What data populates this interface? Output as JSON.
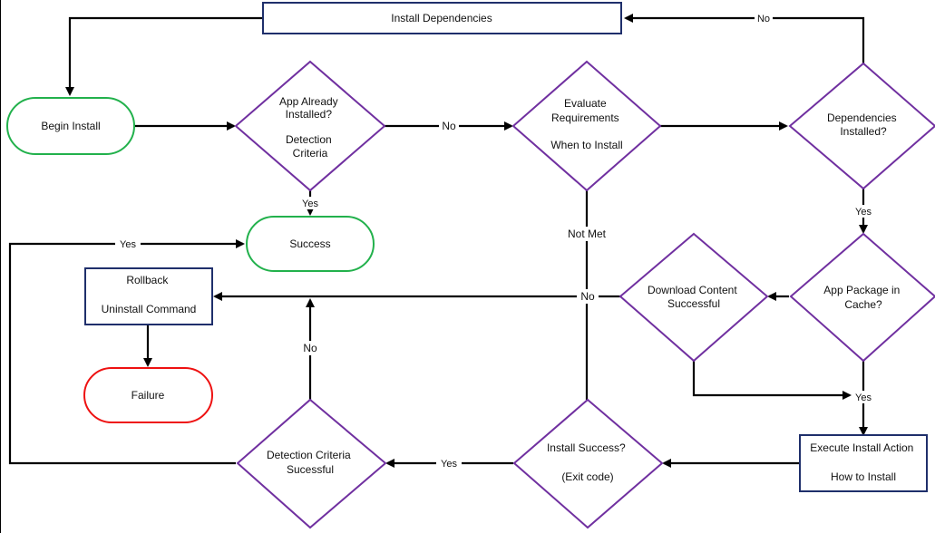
{
  "nodes": {
    "install_dependencies": "Install Dependencies",
    "begin_install": "Begin Install",
    "app_already_installed": [
      "App Already",
      "Installed?",
      "",
      "Detection",
      "Criteria"
    ],
    "evaluate_requirements": [
      "Evaluate",
      "Requirements",
      "",
      "When to Install"
    ],
    "dependencies_installed": [
      "Dependencies",
      "Installed?"
    ],
    "success": "Success",
    "rollback": [
      "Rollback",
      "",
      "Uninstall Command"
    ],
    "failure": "Failure",
    "download_content": [
      "Download Content",
      "Successful"
    ],
    "app_package_in_cache": [
      "App Package in",
      "Cache?"
    ],
    "execute_install_action": [
      "Execute Install Action",
      "",
      "How to Install"
    ],
    "install_success": [
      "Install Success?",
      "",
      "(Exit code)"
    ],
    "detection_criteria_successful": [
      "Detection Criteria",
      "Sucessful"
    ]
  },
  "edge_labels": {
    "deps_no": "No",
    "installed_no": "No",
    "installed_yes": "Yes",
    "not_met": "Not Met",
    "deps_yes": "Yes",
    "download_no": "No",
    "detection_yes": "Yes",
    "detection_no": "No",
    "cache_yes": "Yes",
    "install_success_yes": "Yes"
  },
  "colors": {
    "process_border": "#1f2f6b",
    "decision_border": "#7030a0",
    "success_border": "#22b14c",
    "failure_border": "#ee1111",
    "connector": "#000000"
  }
}
